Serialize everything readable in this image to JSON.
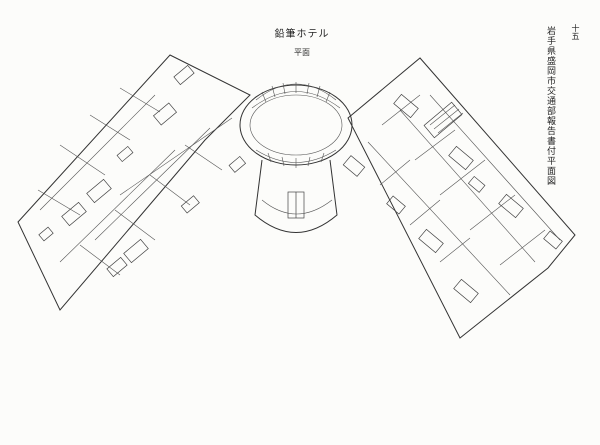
{
  "drawing": {
    "title": "鉛筆ホテル",
    "subtitle": "平面",
    "caption": "岩手県盛岡市交通部報告書付平面図",
    "plate_number": "十五"
  }
}
